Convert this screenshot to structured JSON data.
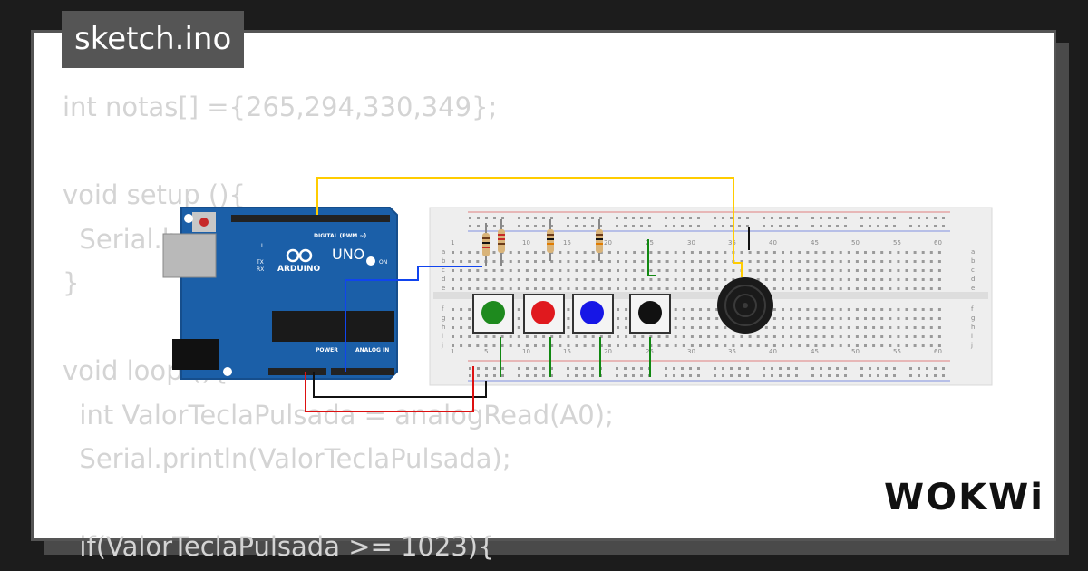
{
  "file_tab": {
    "label": "sketch.ino"
  },
  "code_lines": [
    "int notas[] ={265,294,330,349};",
    "",
    "void setup (){",
    "  Serial.begin(9600);",
    "}",
    "",
    "void loop (){",
    "  int ValorTeclaPulsada = analogRead(A0);",
    "  Serial.println(ValorTeclaPulsada);",
    "",
    "  if(ValorTeclaPulsada >= 1023){"
  ],
  "arduino": {
    "model": "UNO",
    "brand": "ARDUINO",
    "digital_header": "DIGITAL (PWM ~)",
    "power_header": "POWER",
    "analog_header": "ANALOG IN",
    "on_label": "ON",
    "l_label": "L",
    "tx_label": "TX",
    "rx_label": "RX"
  },
  "breadboard": {
    "column_numbers": [
      "1",
      "5",
      "10",
      "15",
      "20",
      "25",
      "30",
      "35",
      "40",
      "45",
      "50",
      "55",
      "60"
    ],
    "row_letters_top": [
      "a",
      "b",
      "c",
      "d",
      "e"
    ],
    "row_letters_bottom": [
      "f",
      "g",
      "h",
      "i",
      "j"
    ]
  },
  "buttons": [
    {
      "color": "#1e8a1e"
    },
    {
      "color": "#e0191e"
    },
    {
      "color": "#1616e6"
    },
    {
      "color": "#111111"
    }
  ],
  "wire_colors": {
    "yellow": "#ffcc00",
    "blue": "#1144ee",
    "black": "#111111",
    "red": "#dd1111",
    "green": "#118811"
  },
  "brand_logo": "WOKWi"
}
